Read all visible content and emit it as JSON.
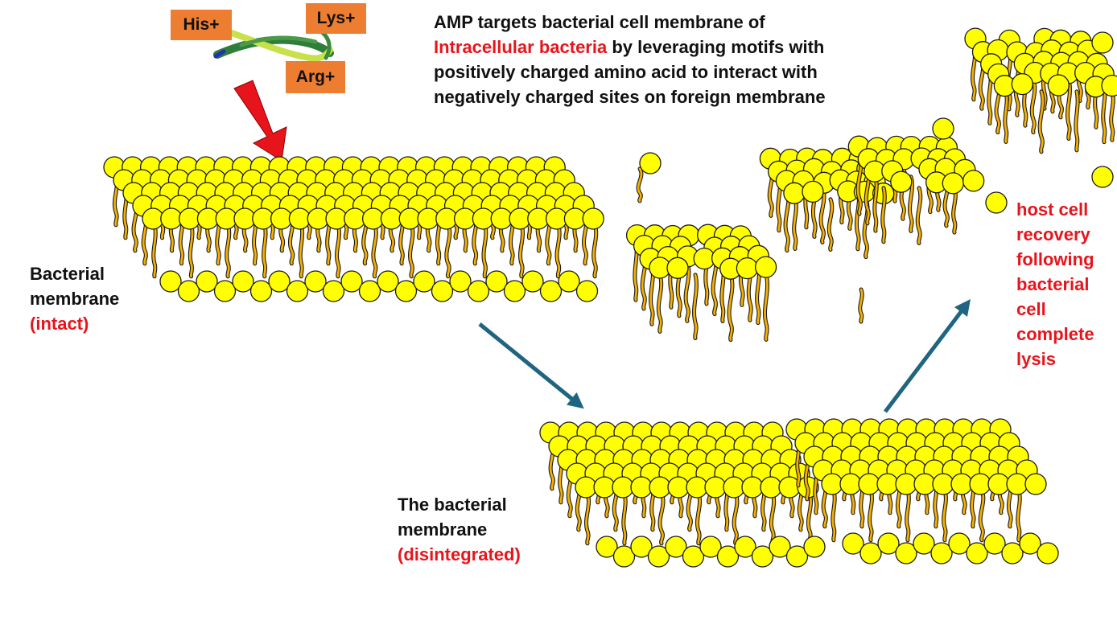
{
  "header": {
    "line1": "AMP targets bacterial cell membrane of",
    "highlight": "Intracellular bacteria",
    "line2_rest": " by leveraging motifs with",
    "line3": "positively charged amino acid to interact with",
    "line4": "negatively charged sites on foreign membrane"
  },
  "peptide": {
    "tags": [
      "His+",
      "Lys+",
      "Arg+"
    ]
  },
  "labels": {
    "intact": {
      "line1": "Bacterial",
      "line2": "membrane",
      "status": "(intact)"
    },
    "disintegrated": {
      "line1": "The bacterial",
      "line2": "membrane",
      "status": "(disintegrated)"
    },
    "recovery": [
      "host cell",
      "recovery",
      "following",
      "bacterial",
      "cell",
      "complete",
      "lysis"
    ]
  },
  "colors": {
    "lipid_head": "#ffff00",
    "lipid_outline": "#1a1a1a",
    "lipid_tail": "#f5b000",
    "tag_bg": "#ed7d31",
    "red_arrow": "#e8141b",
    "flow_arrow": "#1f6582",
    "highlight_text": "#e8141b"
  }
}
